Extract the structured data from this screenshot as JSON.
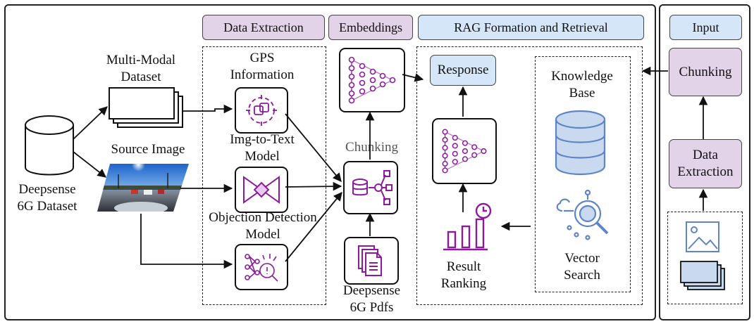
{
  "headers": {
    "data_extraction": "Data Extraction",
    "embeddings": "Embeddings",
    "rag": "RAG Formation and Retrieval",
    "input": "Input"
  },
  "left": {
    "multimodal": "Multi-Modal\nDataset",
    "source_image": "Source Image",
    "deepsense_dataset": "Deepsense\n6G Dataset"
  },
  "extraction": {
    "gps": "GPS\nInformation",
    "img_to_text": "Img-to-Text\nModel",
    "object_detection": "Objection Detection\nModel"
  },
  "embeddings": {
    "chunking": "Chunking",
    "pdfs": "Deepsense\n6G Pdfs"
  },
  "rag": {
    "response": "Response",
    "result_ranking": "Result\nRanking",
    "knowledge_base": "Knowledge\nBase",
    "vector_search": "Vector\nSearch"
  },
  "input_panel": {
    "chunking": "Chunking",
    "data_extraction": "Data\nExtraction"
  },
  "colors": {
    "purple_fill": "#e2d3e8",
    "blue_fill": "#d4e6f7",
    "icon_purple": "#8b1a9c",
    "icon_blue": "#5f85c4"
  }
}
